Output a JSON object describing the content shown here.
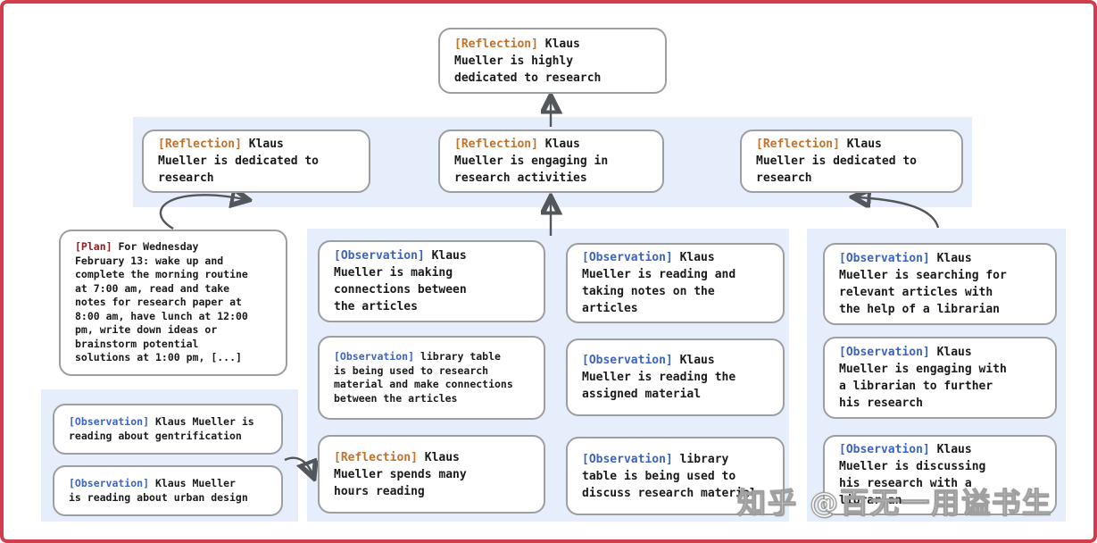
{
  "colors": {
    "frame_border": "#d13d4c",
    "band_background": "#e5eefa",
    "node_border": "#9c9ea1",
    "node_text": "#1a1a1a",
    "reflection_tag": "#c1722c",
    "plan_tag": "#8f2020",
    "observation_tag": "#3c63c7",
    "arrow": "#53575c"
  },
  "watermark": "知乎 @百无一用谥书生",
  "nodes": {
    "root": {
      "tag": "[Reflection]",
      "text": " Klaus\nMueller is highly\ndedicated to research"
    },
    "refl_left": {
      "tag": "[Reflection]",
      "text": " Klaus\nMueller is dedicated to\nresearch"
    },
    "refl_center": {
      "tag": "[Reflection]",
      "text": " Klaus\nMueller is engaging in\nresearch activities"
    },
    "refl_right": {
      "tag": "[Reflection]",
      "text": " Klaus\nMueller is dedicated to\nresearch"
    },
    "plan": {
      "tag": "[Plan]",
      "text": " For Wednesday\nFebruary 13: wake up and\ncomplete the morning routine\nat 7:00 am, read and take\nnotes for research paper at\n8:00 am, have lunch at 12:00\npm, write down ideas or\nbrainstorm potential\nsolutions at 1:00 pm, [...]"
    },
    "obs_gentrification": {
      "tag": "[Observation]",
      "text": " Klaus Mueller is\nreading about gentrification"
    },
    "obs_urban_design": {
      "tag": "[Observation]",
      "text": " Klaus Mueller\nis reading about urban design"
    },
    "obs_connections": {
      "tag": "[Observation]",
      "text": " Klaus\nMueller is making\nconnections between\nthe articles"
    },
    "obs_library_research": {
      "tag": "[Observation]",
      "text": " library table\nis being used to research\nmaterial and make connections\nbetween the articles"
    },
    "refl_hours_reading": {
      "tag": "[Reflection]",
      "text": " Klaus\nMueller spends many\nhours reading"
    },
    "obs_taking_notes": {
      "tag": "[Observation]",
      "text": " Klaus\nMueller is reading and\ntaking notes on the\narticles"
    },
    "obs_assigned_material": {
      "tag": "[Observation]",
      "text": " Klaus\nMueller is reading the\nassigned material"
    },
    "obs_library_discuss": {
      "tag": "[Observation]",
      "text": " library\ntable is being used to\ndiscuss research material"
    },
    "obs_searching": {
      "tag": "[Observation]",
      "text": " Klaus\nMueller is searching for\nrelevant articles with\nthe help of a librarian"
    },
    "obs_engaging_librarian": {
      "tag": "[Observation]",
      "text": " Klaus\nMueller is engaging with\na librarian to further\nhis research"
    },
    "obs_discussing": {
      "tag": "[Observation]",
      "text": " Klaus\nMueller is discussing\nhis research with a\nlibrarian"
    }
  }
}
